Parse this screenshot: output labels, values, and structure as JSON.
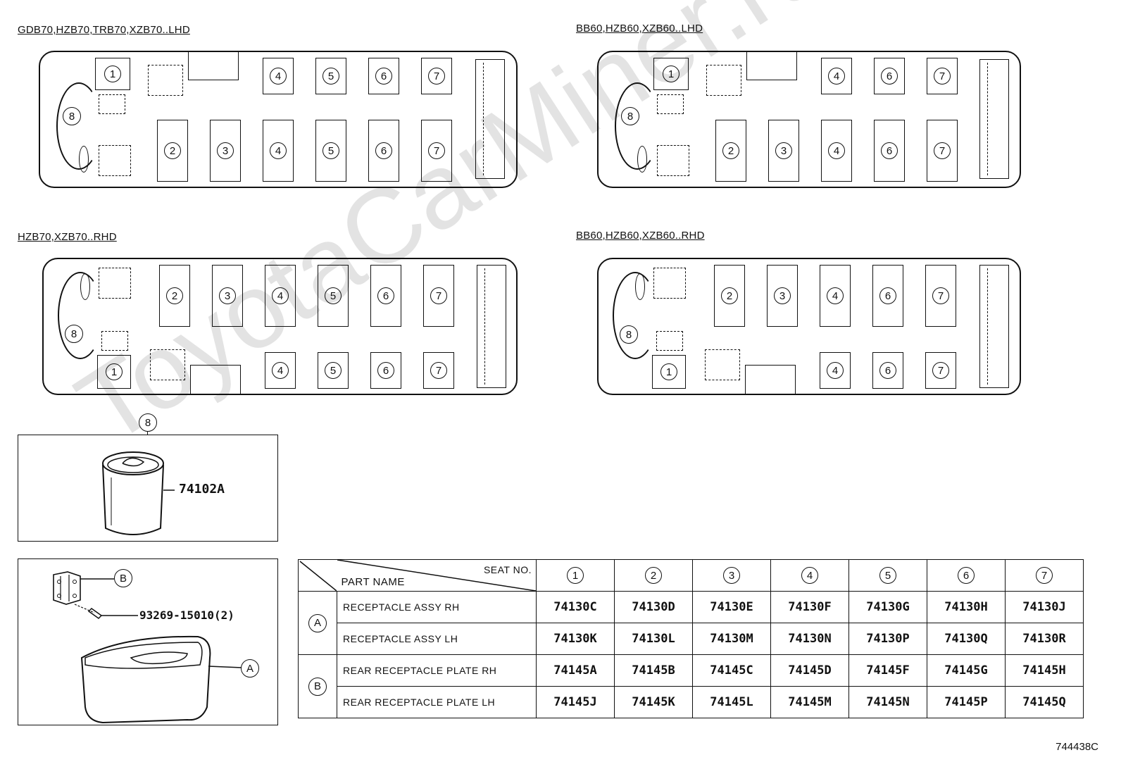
{
  "layouts": {
    "lhd70": {
      "title": "GDB70,HZB70,TRB70,XZB70..LHD"
    },
    "lhd60": {
      "title": "BB60,HZB60,XZB60..LHD"
    },
    "rhd70": {
      "title": "HZB70,XZB70..RHD"
    },
    "rhd60": {
      "title": "BB60,HZB60,XZB60..RHD"
    }
  },
  "seat_labels": {
    "s1": "1",
    "s2": "2",
    "s3": "3",
    "s4": "4",
    "s5": "5",
    "s6": "6",
    "s7": "7",
    "s8": "8"
  },
  "ashtray": {
    "callout": "8",
    "part_number": "74102A"
  },
  "receptacle": {
    "callout_b": "B",
    "callout_a": "A",
    "bolt_part": "93269-15010(2)"
  },
  "table": {
    "seat_no_label": "SEAT NO.",
    "part_name_label": "PART NAME",
    "seat_numbers": [
      "1",
      "2",
      "3",
      "4",
      "5",
      "6",
      "7"
    ],
    "groups": [
      {
        "label": "A",
        "rows": [
          {
            "name": "RECEPTACLE ASSY RH",
            "codes": [
              "74130C",
              "74130D",
              "74130E",
              "74130F",
              "74130G",
              "74130H",
              "74130J"
            ]
          },
          {
            "name": "RECEPTACLE ASSY LH",
            "codes": [
              "74130K",
              "74130L",
              "74130M",
              "74130N",
              "74130P",
              "74130Q",
              "74130R"
            ]
          }
        ]
      },
      {
        "label": "B",
        "rows": [
          {
            "name": "REAR RECEPTACLE PLATE RH",
            "codes": [
              "74145A",
              "74145B",
              "74145C",
              "74145D",
              "74145F",
              "74145G",
              "74145H"
            ]
          },
          {
            "name": "REAR RECEPTACLE PLATE LH",
            "codes": [
              "74145J",
              "74145K",
              "74145L",
              "74145M",
              "74145N",
              "74145P",
              "74145Q"
            ]
          }
        ]
      }
    ]
  },
  "watermark": "ToyotaCarMiner.ru",
  "diagram_id": "744438C"
}
